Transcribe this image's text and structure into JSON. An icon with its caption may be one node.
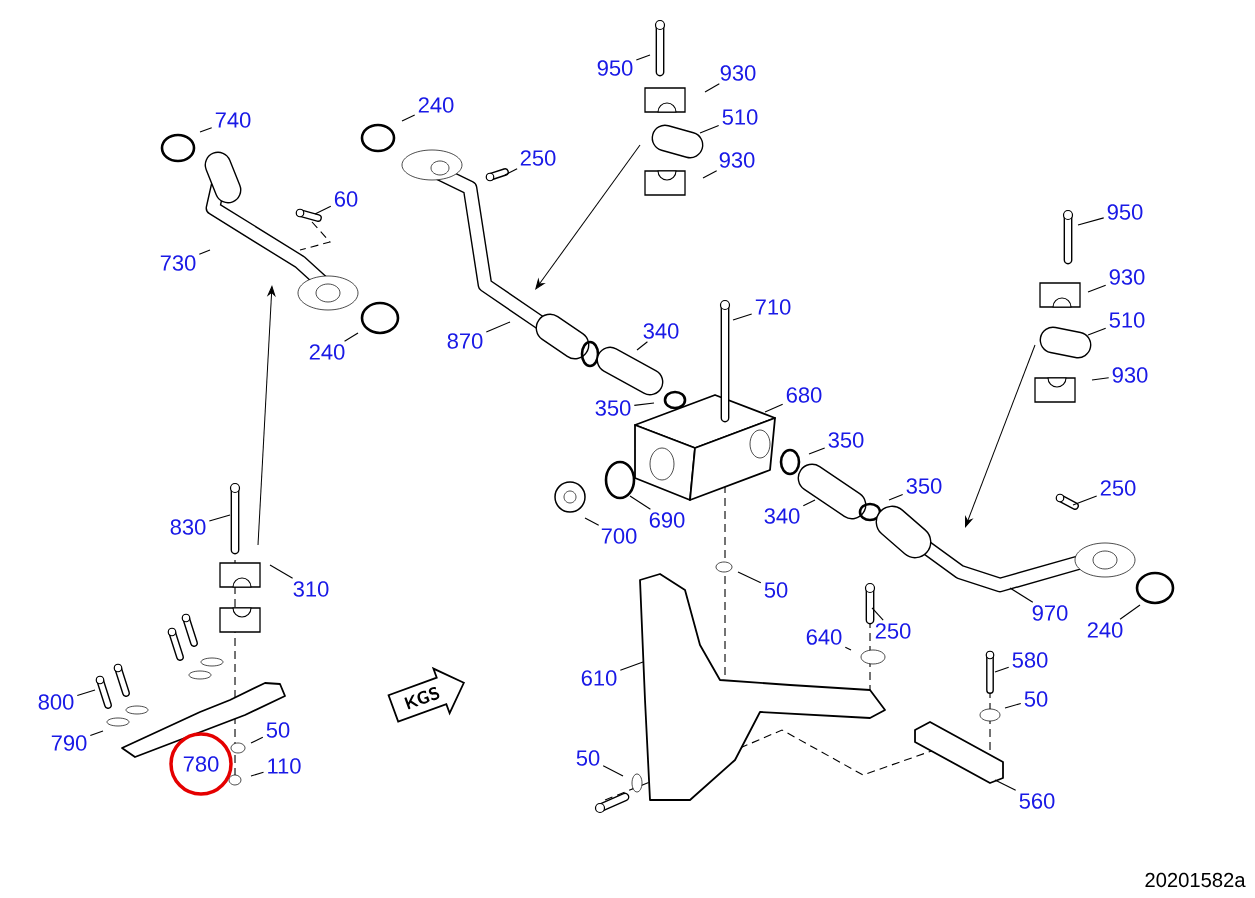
{
  "diagram": {
    "nodes": [
      {
        "text": [
          "950"
        ]
      },
      {
        "text": [
          "930"
        ]
      },
      {
        "text": [
          "240"
        ]
      },
      {
        "text": [
          "740"
        ]
      },
      {
        "text": [
          "510"
        ]
      },
      {
        "text": [
          "250"
        ]
      },
      {
        "text": [
          "930"
        ]
      },
      {
        "text": [
          "60"
        ]
      },
      {
        "text": [
          "950"
        ]
      },
      {
        "text": [
          "730"
        ]
      },
      {
        "text": [
          "930"
        ]
      },
      {
        "text": [
          "710"
        ]
      },
      {
        "text": [
          "510"
        ]
      },
      {
        "text": [
          "340"
        ]
      },
      {
        "text": [
          "870"
        ]
      },
      {
        "text": [
          "240"
        ]
      },
      {
        "text": [
          "930"
        ]
      },
      {
        "text": [
          "680"
        ]
      },
      {
        "text": [
          "350"
        ]
      },
      {
        "text": [
          "350"
        ]
      },
      {
        "text": [
          "350"
        ]
      },
      {
        "text": [
          "250"
        ]
      },
      {
        "text": [
          "340"
        ]
      },
      {
        "text": [
          "690"
        ]
      },
      {
        "text": [
          "700"
        ]
      },
      {
        "text": [
          "830"
        ]
      },
      {
        "text": [
          "310"
        ]
      },
      {
        "text": [
          "50"
        ]
      },
      {
        "text": [
          "970"
        ]
      },
      {
        "text": [
          "240"
        ]
      },
      {
        "text": [
          "250"
        ]
      },
      {
        "text": [
          "640"
        ]
      },
      {
        "text": [
          "580"
        ]
      },
      {
        "text": [
          "610"
        ]
      },
      {
        "text": [
          "KGS"
        ]
      },
      {
        "text": [
          "800"
        ]
      },
      {
        "text": [
          "50"
        ]
      },
      {
        "text": [
          "50"
        ]
      },
      {
        "text": [
          "790"
        ]
      },
      {
        "text": [
          "780"
        ]
      },
      {
        "text": [
          "110"
        ]
      },
      {
        "text": [
          "50"
        ]
      },
      {
        "text": [
          "560"
        ]
      }
    ],
    "edges": [
      {
        "from": 0,
        "to": null,
        "arrow": "none"
      },
      {
        "from": 1,
        "to": null,
        "arrow": "none"
      },
      {
        "from": 2,
        "to": null,
        "arrow": "none"
      },
      {
        "from": 3,
        "to": null,
        "arrow": "none"
      },
      {
        "from": 4,
        "to": null,
        "arrow": "none"
      },
      {
        "from": 5,
        "to": null,
        "arrow": "none"
      },
      {
        "from": 6,
        "to": null,
        "arrow": "none"
      },
      {
        "from": 7,
        "to": null,
        "arrow": "none"
      },
      {
        "from": 8,
        "to": null,
        "arrow": "none"
      },
      {
        "from": 9,
        "to": null,
        "arrow": "none"
      },
      {
        "from": 10,
        "to": null,
        "arrow": "none"
      },
      {
        "from": 11,
        "to": null,
        "arrow": "none"
      },
      {
        "from": 12,
        "to": null,
        "arrow": "none"
      },
      {
        "from": 13,
        "to": null,
        "arrow": "none"
      },
      {
        "from": 14,
        "to": null,
        "arrow": "none"
      },
      {
        "from": 15,
        "to": null,
        "arrow": "none"
      },
      {
        "from": 16,
        "to": null,
        "arrow": "none"
      },
      {
        "from": 17,
        "to": null,
        "arrow": "none"
      },
      {
        "from": 18,
        "to": null,
        "arrow": "none"
      },
      {
        "from": 19,
        "to": null,
        "arrow": "none"
      },
      {
        "from": 20,
        "to": null,
        "arrow": "none"
      },
      {
        "from": 21,
        "to": null,
        "arrow": "none"
      },
      {
        "from": 22,
        "to": null,
        "arrow": "none"
      },
      {
        "from": 23,
        "to": null,
        "arrow": "none"
      },
      {
        "from": 24,
        "to": null,
        "arrow": "none"
      },
      {
        "from": 25,
        "to": null,
        "arrow": "none"
      },
      {
        "from": 26,
        "to": null,
        "arrow": "none"
      },
      {
        "from": 27,
        "to": null,
        "arrow": "none"
      },
      {
        "from": 28,
        "to": null,
        "arrow": "none"
      },
      {
        "from": 29,
        "to": null,
        "arrow": "none"
      },
      {
        "from": 30,
        "to": null,
        "arrow": "none"
      },
      {
        "from": 31,
        "to": null,
        "arrow": "none"
      },
      {
        "from": 32,
        "to": null,
        "arrow": "none"
      },
      {
        "from": 33,
        "to": null,
        "arrow": "none"
      },
      {
        "from": 35,
        "to": null,
        "arrow": "none"
      },
      {
        "from": 36,
        "to": null,
        "arrow": "none"
      },
      {
        "from": 37,
        "to": null,
        "arrow": "none"
      },
      {
        "from": 38,
        "to": null,
        "arrow": "none"
      },
      {
        "from": 40,
        "to": null,
        "arrow": "none"
      },
      {
        "from": 41,
        "to": null,
        "arrow": "none"
      },
      {
        "from": 42,
        "to": null,
        "arrow": "none"
      }
    ],
    "labels": [
      "20201582a"
    ]
  }
}
